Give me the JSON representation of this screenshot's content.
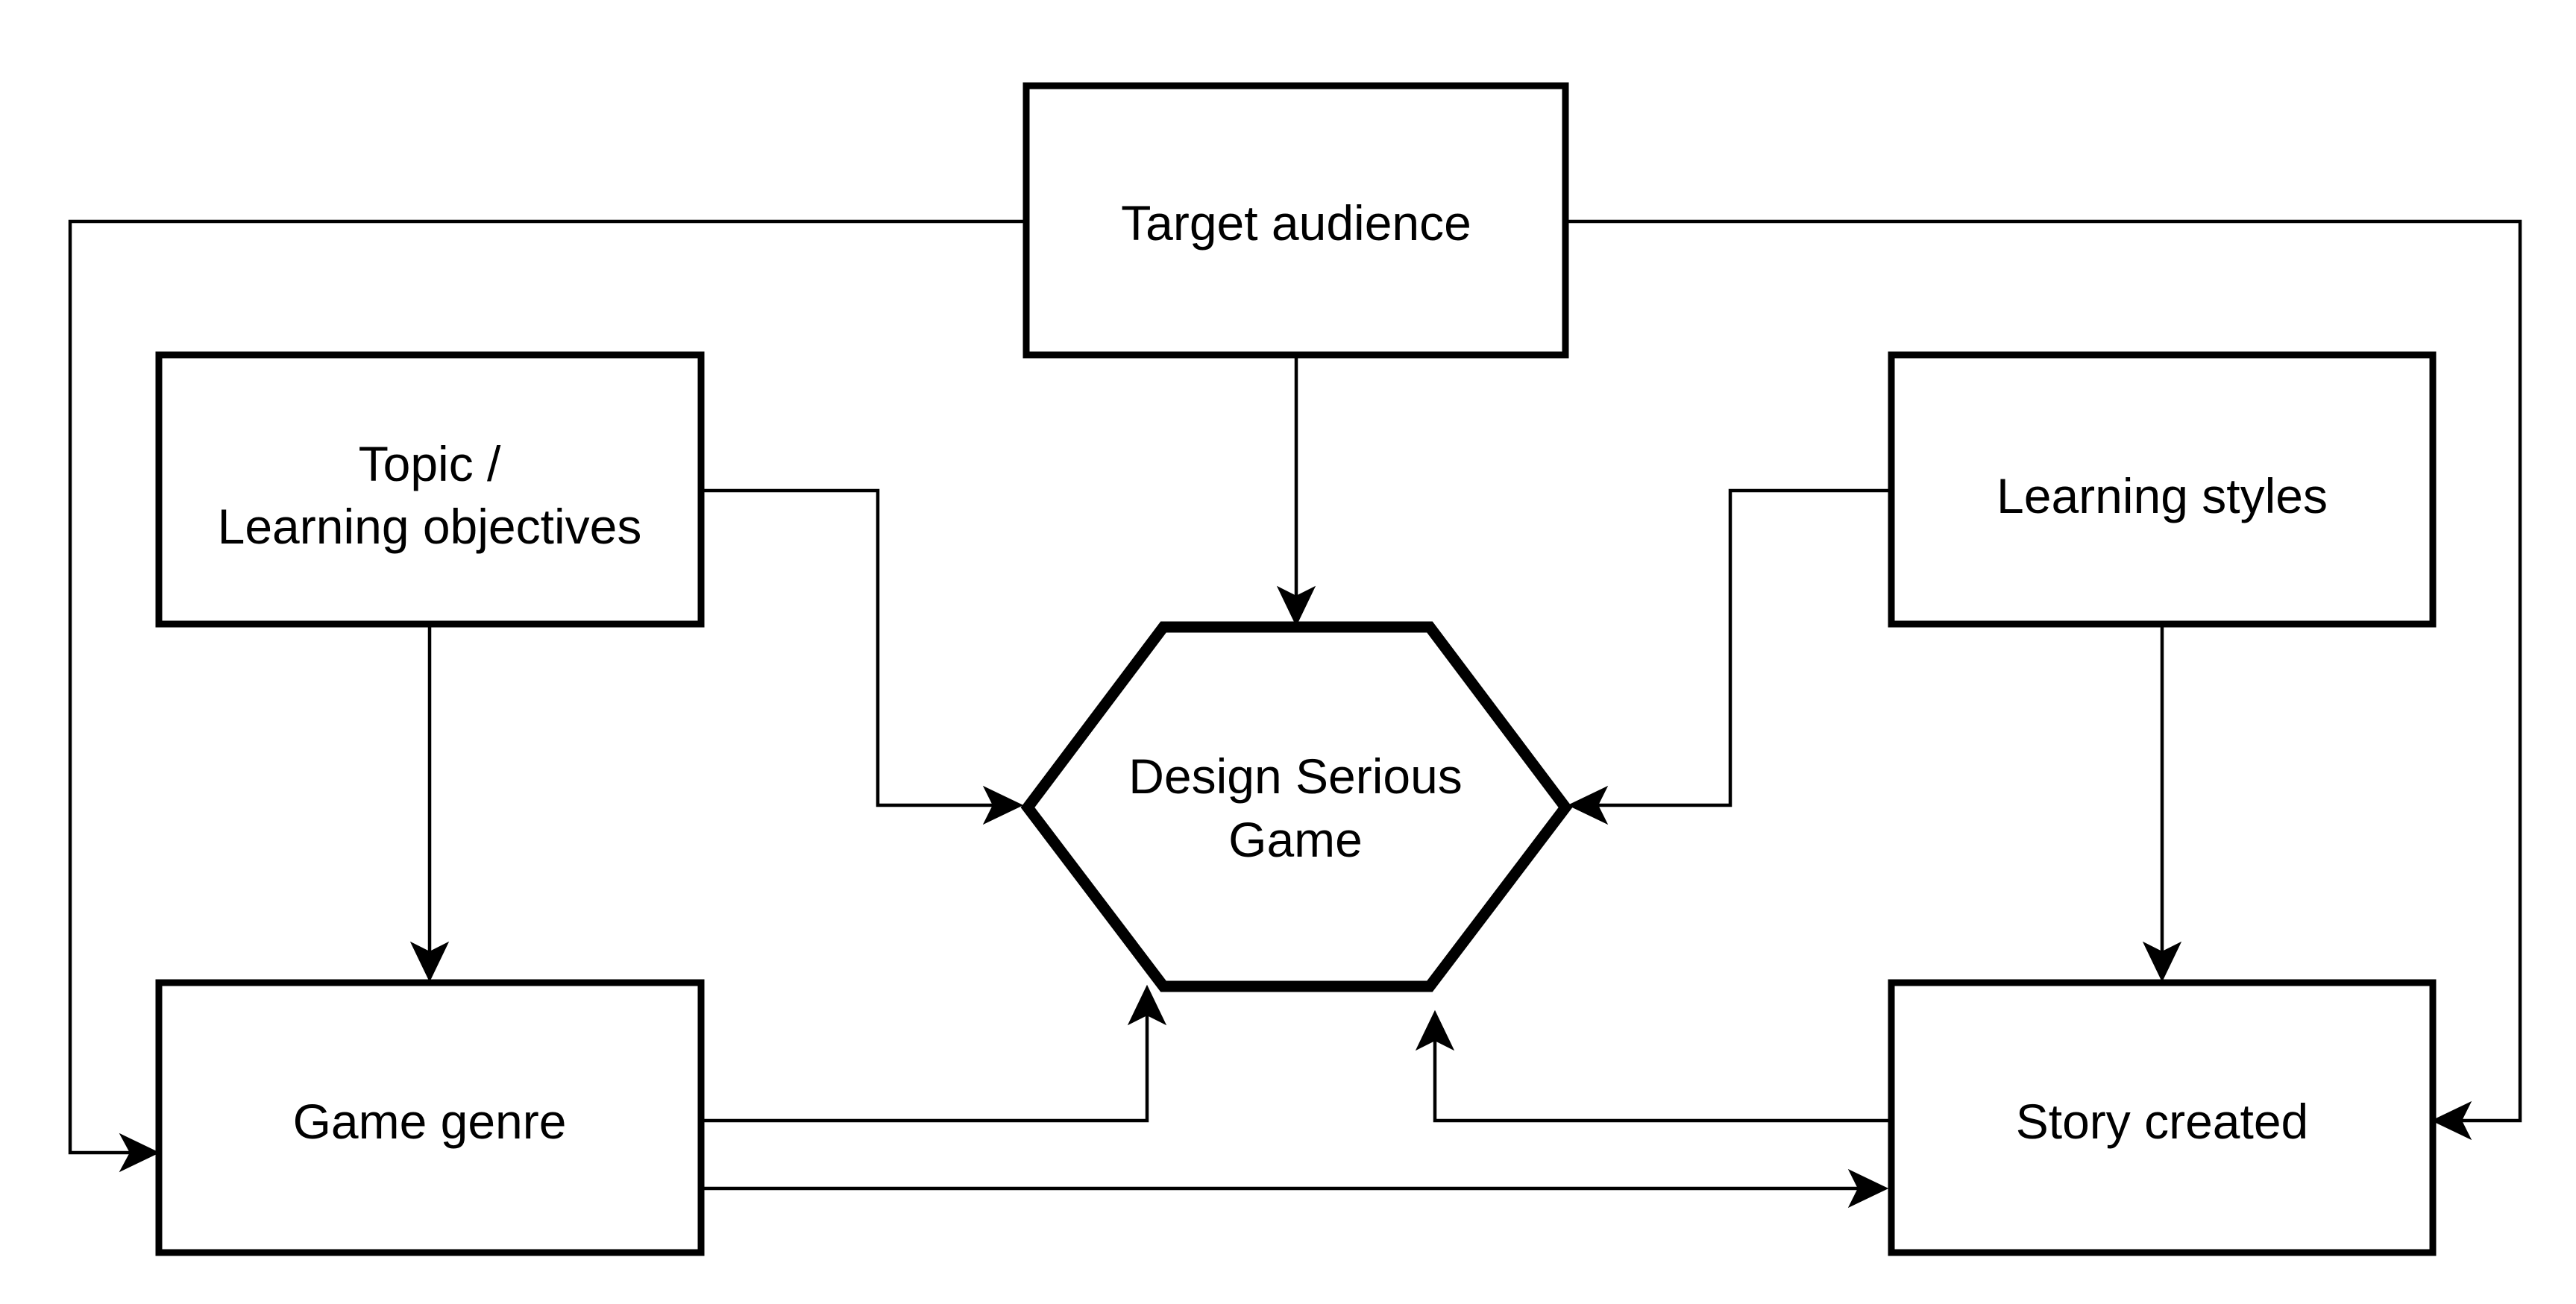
{
  "nodes": {
    "target_audience": {
      "label": "Target audience"
    },
    "topic": {
      "line1": "Topic /",
      "line2": "Learning objectives"
    },
    "learning_styles": {
      "label": "Learning styles"
    },
    "design_game": {
      "line1": "Design Serious",
      "line2": "Game"
    },
    "game_genre": {
      "label": "Game genre"
    },
    "story_created": {
      "label": "Story created"
    }
  }
}
